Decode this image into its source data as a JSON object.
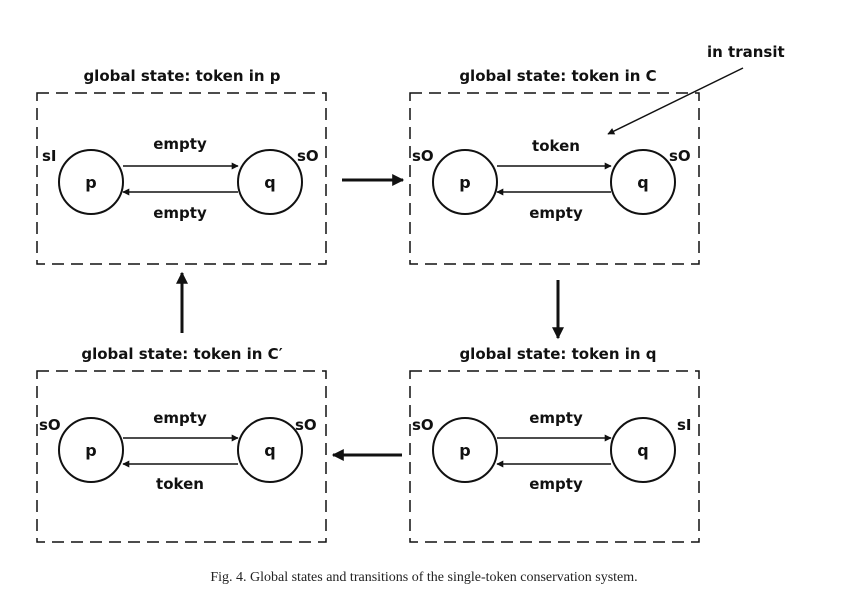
{
  "annotation": "in transit",
  "caption": "Fig. 4.   Global states and transitions of the single-token conservation system.",
  "panels": [
    {
      "title": "global state: token in p",
      "node_p": "p",
      "node_q": "q",
      "state_p": "sI",
      "state_q": "sO",
      "top_channel": "empty",
      "bottom_channel": "empty"
    },
    {
      "title": "global state: token in C",
      "node_p": "p",
      "node_q": "q",
      "state_p": "sO",
      "state_q": "sO",
      "top_channel": "token",
      "bottom_channel": "empty"
    },
    {
      "title": "global state: token in C′",
      "node_p": "p",
      "node_q": "q",
      "state_p": "sO",
      "state_q": "sO",
      "top_channel": "empty",
      "bottom_channel": "token"
    },
    {
      "title": "global state: token in q",
      "node_p": "p",
      "node_q": "q",
      "state_p": "sO",
      "state_q": "sI",
      "top_channel": "empty",
      "bottom_channel": "empty"
    }
  ]
}
